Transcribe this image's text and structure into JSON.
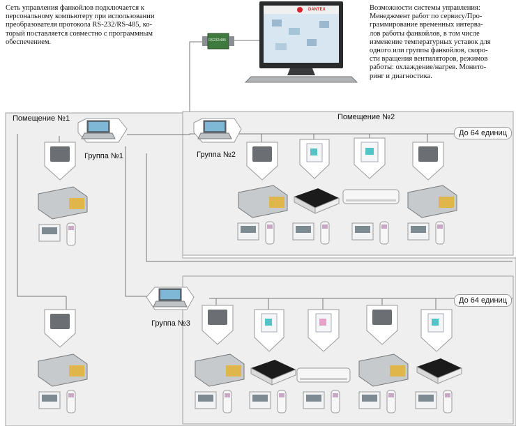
{
  "left_text": "Сеть управления фанкойлов подключается к\nперсональному компьютеру при использовании\nпреобразователя протокола RS-232/RS-485, ко-\nторый поставляется совместно с программным\nобеспечением.",
  "right_text": "Возможности системы управления:\nМенеджмент работ по сервису/Про-\nграммирование временных интерва-\nлов работы фанкойлов, в том числе\nизменение температурных уставок для\nодного или группы фанкойлов, скоро-\nсти вращения вентиляторов, режимов\nработы: охлаждение/нагрев. Монито-\nринг и диагностика.",
  "monitor_brand": "DANTEX",
  "converter_label": "RS232/485",
  "rooms": [
    {
      "label": "Помещение №1"
    },
    {
      "label": "Помещение №2"
    }
  ],
  "groups": [
    {
      "label": "Группа №1"
    },
    {
      "label": "Группа №2"
    },
    {
      "label": "Группа №3"
    }
  ],
  "capacity_badges": [
    {
      "label": "До 64 единиц"
    },
    {
      "label": "До 64 единиц"
    }
  ],
  "colors": {
    "room_fill": "#efefef",
    "room_border": "#a0a0a0",
    "line": "#888888",
    "monitor_screen": "#d8e6f2",
    "brand_red": "#d8232a"
  }
}
